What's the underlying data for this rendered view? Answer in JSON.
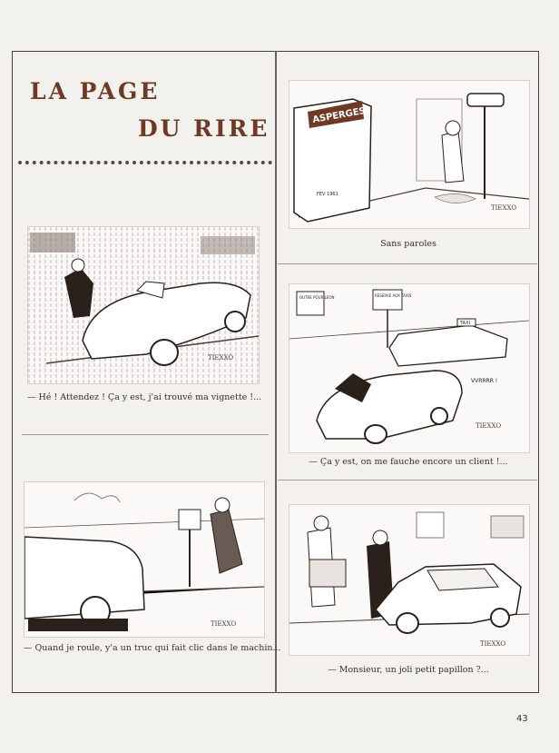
{
  "page": {
    "title_line1": "LA PAGE",
    "title_line2": "DU RIRE",
    "page_number": "43"
  },
  "cartoons": [
    {
      "id": "vignette",
      "caption": "— Hé ! Attendez ! Ça y est, j'ai trouvé ma vignette !...",
      "signature": "TIEXXO"
    },
    {
      "id": "asperges",
      "caption": "Sans paroles",
      "signature": "TIEXXO",
      "sign_text": "ASPERGES",
      "crate_label": "FEV 1961"
    },
    {
      "id": "taxi",
      "caption": "— Ça y est, on me fauche encore un client !...",
      "signature": "TIEXXO",
      "sign_left": "OUTRE POUR LEON",
      "sign_right": "RESERVE AUX TAXIS",
      "taxi_label": "TAXI",
      "sound": "VVRRRR !"
    },
    {
      "id": "clic",
      "caption": "— Quand je roule, y'a un truc qui fait clic dans le machin...",
      "signature": "TIEXXO"
    },
    {
      "id": "papillon",
      "caption": "— Monsieur, un joli petit papillon ?...",
      "signature": "TIEXXO"
    }
  ]
}
